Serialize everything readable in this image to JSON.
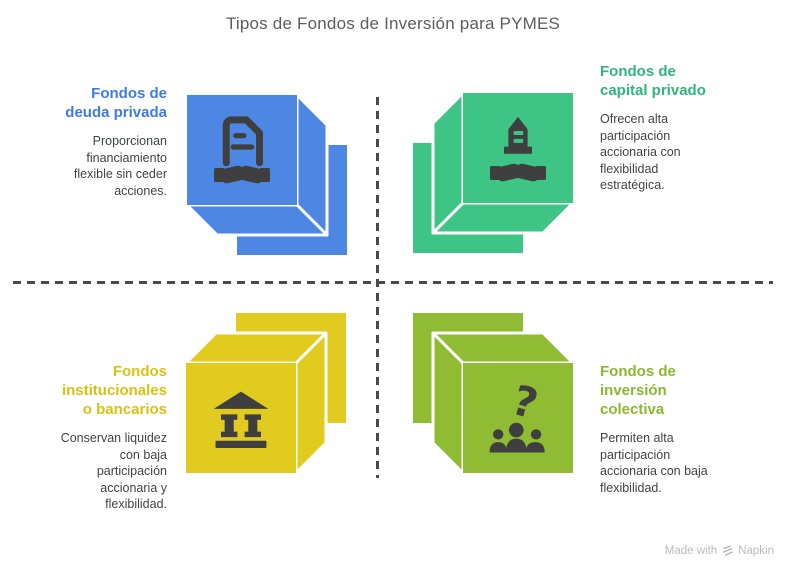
{
  "title": "Tipos de Fondos de Inversión para PYMES",
  "quadrants": [
    {
      "id": "top-left",
      "heading": "Fondos de\ndeuda privada",
      "body": "Proporcionan\nfinanciamiento\nflexible sin ceder\nacciones.",
      "color": "#4e86e4",
      "heading_color": "#3d7ce2",
      "icon": "contract-handshake-icon"
    },
    {
      "id": "top-right",
      "heading": "Fondos de\ncapital privado",
      "body": "Ofrecen alta\nparticipación\naccionaria con\nflexibilidad\nestratégica.",
      "color": "#3ec484",
      "heading_color": "#2db67d",
      "icon": "building-handshake-icon"
    },
    {
      "id": "bottom-left",
      "heading": "Fondos\ninstitucionales\no bancarios",
      "body": "Conservan liquidez\ncon baja\nparticipación\naccionaria y\nflexibilidad.",
      "color": "#e0cb1e",
      "heading_color": "#d9c214",
      "icon": "bank-icon"
    },
    {
      "id": "bottom-right",
      "heading": "Fondos de\ninversión\ncolectiva",
      "body": "Permiten alta\nparticipación\naccionaria con baja\nflexibilidad.",
      "color": "#8fbc33",
      "heading_color": "#8ab92d",
      "icon": "people-question-icon"
    }
  ],
  "watermark": {
    "prefix": "Made with",
    "brand": "Napkin"
  },
  "colors": {
    "background": "#ffffff",
    "title_text": "#595e62",
    "body_text": "#3f4449",
    "icon_ink": "#3f3f3f",
    "divider": "#4a4a4a",
    "watermark": "#b9bcbf",
    "blue": "#4e86e4",
    "green": "#3ec484",
    "yellow": "#e0cb1e",
    "olive": "#8fbc33"
  }
}
